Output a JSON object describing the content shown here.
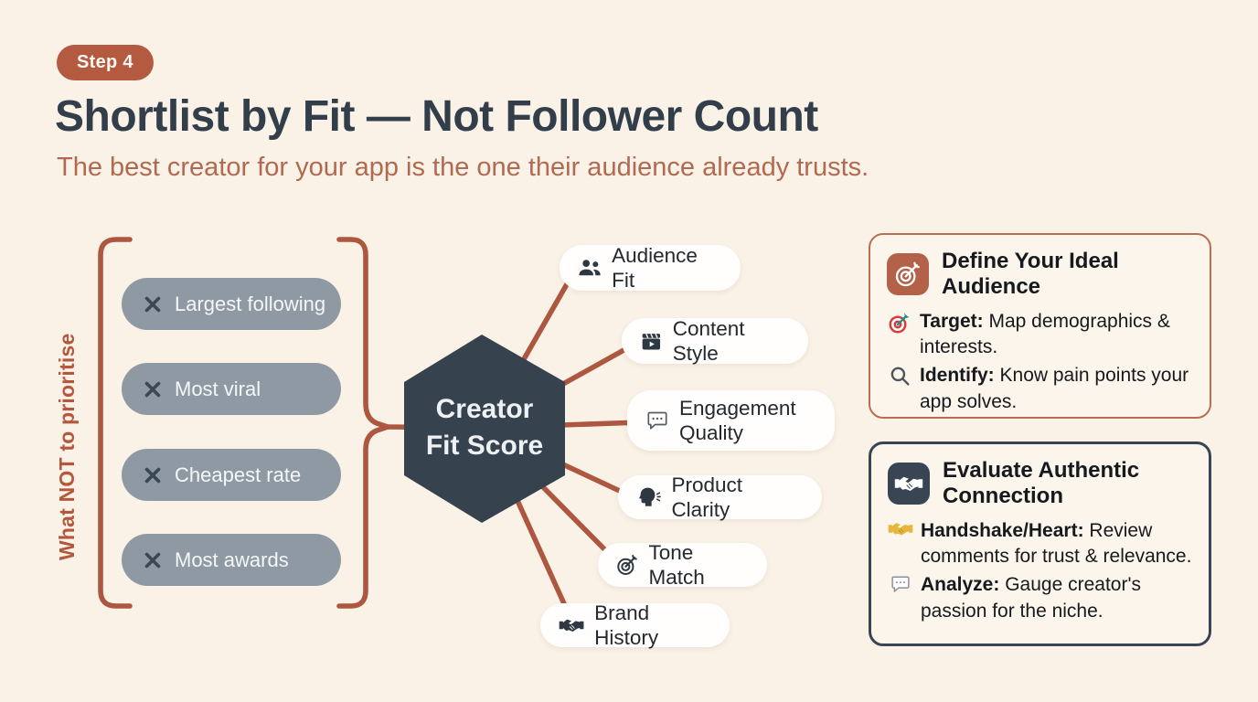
{
  "colors": {
    "bg": "#faf2e7",
    "accent": "#b45a41",
    "accent-line": "#ad5740",
    "slate": "#37424f",
    "graypill": "#8e99a3"
  },
  "header": {
    "step_badge": "Step 4",
    "title": "Shortlist by Fit — Not Follower Count",
    "subtitle": "The best creator for your app is the one their audience already trusts."
  },
  "avoid": {
    "label": "What NOT to prioritise",
    "items": [
      {
        "icon": "x-icon",
        "label": "Largest following"
      },
      {
        "icon": "x-icon",
        "label": "Most viral"
      },
      {
        "icon": "x-icon",
        "label": "Cheapest rate"
      },
      {
        "icon": "x-icon",
        "label": "Most awards"
      }
    ]
  },
  "hexagon": {
    "line1": "Creator",
    "line2": "Fit Score"
  },
  "factors": [
    {
      "icon": "users-icon",
      "label": "Audience Fit"
    },
    {
      "icon": "clapperboard-icon",
      "label": "Content Style"
    },
    {
      "icon": "speech-bubble-icon",
      "label": "Engagement Quality"
    },
    {
      "icon": "speaking-head-icon",
      "label": "Product Clarity"
    },
    {
      "icon": "target-dart-icon",
      "label": "Tone Match"
    },
    {
      "icon": "handshake-icon",
      "label": "Brand History"
    }
  ],
  "panels": [
    {
      "icon": "target-dart-icon",
      "title": "Define Your Ideal Audience",
      "bullets": [
        {
          "icon": "target-emoji-icon",
          "bold": "Target:",
          "text": "Map demographics & interests."
        },
        {
          "icon": "magnifier-icon",
          "bold": "Identify:",
          "text": "Know pain points your app solves."
        }
      ]
    },
    {
      "icon": "handshake-icon",
      "title": "Evaluate Authentic Connection",
      "bullets": [
        {
          "icon": "handshake-emoji-icon",
          "bold": "Handshake/Heart:",
          "text": "Review comments for trust & relevance."
        },
        {
          "icon": "speech-bubble-emoji-icon",
          "bold": "Analyze:",
          "text": "Gauge creator's passion for the niche."
        }
      ]
    }
  ]
}
